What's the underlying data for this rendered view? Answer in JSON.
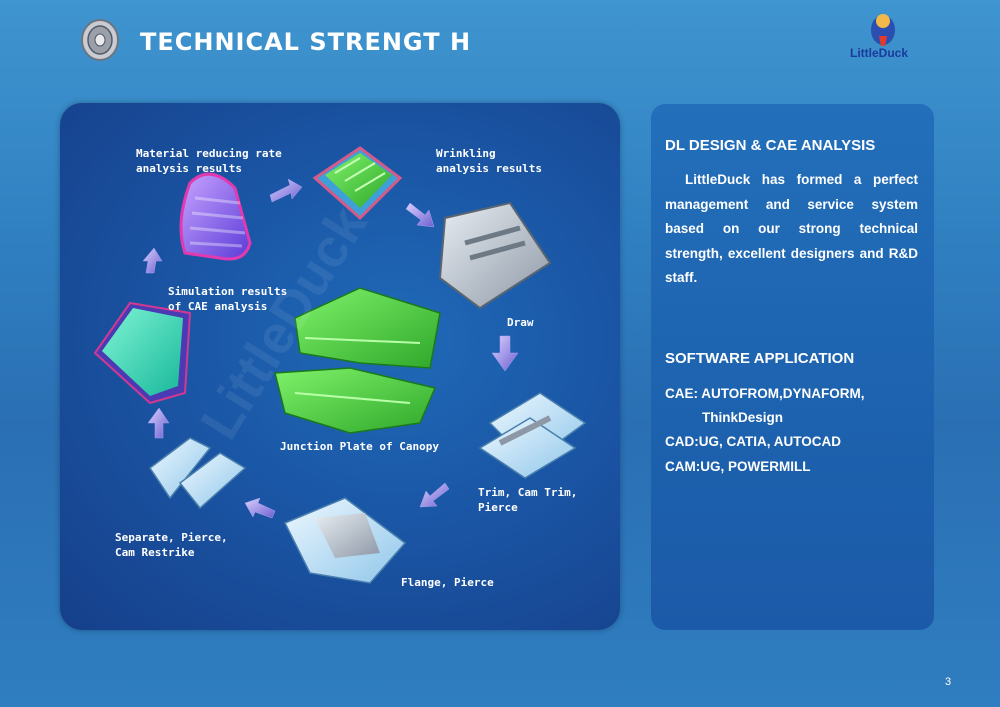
{
  "header": {
    "title": "TECHNICAL STRENGT H",
    "logo_text": "LittleDuck"
  },
  "diagram": {
    "captions": {
      "material": "Material reducing rate\nanalysis results",
      "wrinkling": "Wrinkling\nanalysis results",
      "simulation": "Simulation results\nof CAE analysis",
      "draw": "Draw",
      "junction": "Junction Plate of Canopy",
      "trim": "Trim, Cam Trim,\nPierce",
      "separate": "Separate, Pierce,\nCam Restrike",
      "flange": "Flange, Pierce"
    },
    "watermark": "LittleDuck"
  },
  "right_panel": {
    "heading1": "DL DESIGN & CAE ANALYSIS",
    "paragraph": "LittleDuck has formed a perfect management and service system based on our strong technical strength, excellent designers and R&D staff.",
    "heading2": "SOFTWARE APPLICATION",
    "software": [
      "CAE: AUTOFROM,DYNAFORM,",
      "ThinkDesign",
      "CAD:UG, CATIA, AUTOCAD",
      "CAM:UG, POWERMILL"
    ]
  },
  "footer": {
    "page_number": "3"
  }
}
